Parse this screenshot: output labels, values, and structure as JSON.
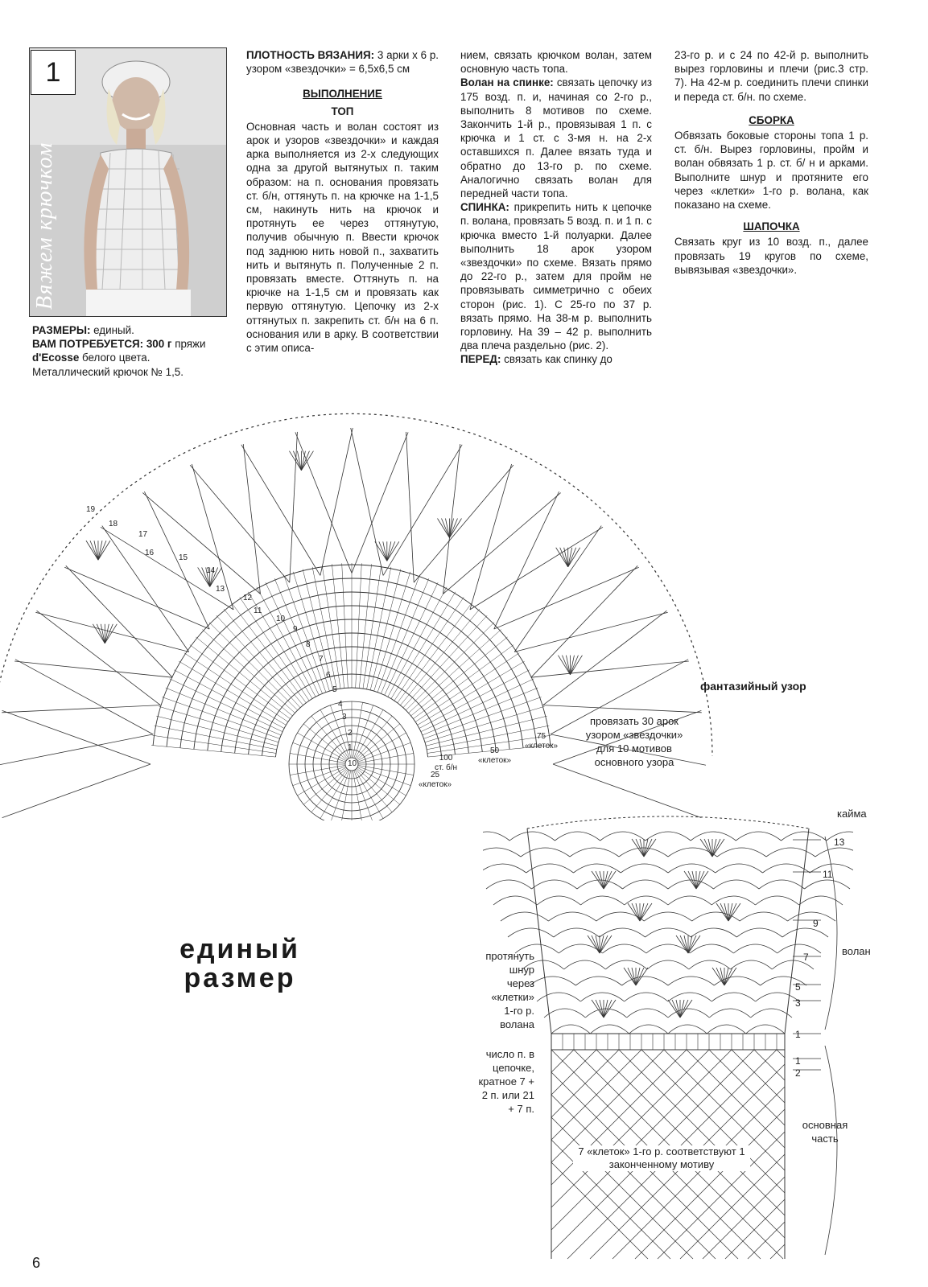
{
  "photo": {
    "number": "1",
    "caption": "Вяжем крючком"
  },
  "materials": {
    "sizes_label": "РАЗМЕРЫ:",
    "sizes_value": "единый.",
    "need_label": "ВАМ ПОТРЕБУЕТСЯ:",
    "need_value": "300 г",
    "need_rest": "пряжи",
    "yarn": "d'Ecosse",
    "yarn_rest": "белого цвета.",
    "hook": "Металлический крючок № 1,5."
  },
  "col1": {
    "density_label": "ПЛОТНОСТЬ ВЯЗАНИЯ:",
    "density_text": "3 арки х 6 р. узором «звездочки» = 6,5х6,5 см",
    "heading_exec": "ВЫПОЛНЕНИЕ",
    "heading_top": "ТОП",
    "body": "Основная часть и волан состоят из арок и узоров «звездочки» и каждая арка выполняется из 2-х следующих одна за другой вытянутых п. таким образом: на п. основания провязать ст. б/н, оттянуть п. на крючке на 1-1,5 см, накинуть нить на крючок и протянуть ее через оттянутую, получив обычную п. Ввести крючок под заднюю нить новой п., захватить нить и вытянуть п. Полученные 2 п. провязать вместе. Оттянуть п. на крючке на 1-1,5 см и провязать как первую оттянутую. Цепочку из 2-х оттянутых п. закрепить ст. б/н на 6 п. основания или в арку. В соответствии с этим описа-"
  },
  "col2": {
    "intro": "нием, связать крючком волан, затем основную часть топа.",
    "volan_label": "Волан на спинке:",
    "volan_text": "связать цепочку из 175 возд. п. и, начиная со 2-го р., выполнить 8 мотивов по схеме. Закончить 1-й р., провязывая 1 п. с крючка и 1 ст. с 3-мя н. на 2-х оставшихся п. Далее вязать туда и обратно до 13-го р. по схеме. Аналогично связать волан для передней части топа.",
    "back_label": "СПИНКА:",
    "back_text": "прикрепить нить к цепочке п. волана, провязать 5 возд. п. и 1 п. с крючка вместо 1-й полуарки. Далее выполнить 18 арок узором «звездочки» по схеме. Вязать прямо до 22-го р., затем для пройм не провязывать симметрично с обеих сторон (рис. 1). С 25-го по 37 р. вязать прямо. На 38-м р. выполнить горловину. На 39 – 42 р. выполнить два плеча раздельно (рис. 2).",
    "front_label": "ПЕРЕД:",
    "front_text": "связать как спинку до"
  },
  "col3": {
    "cont": "23-го р. и с 24 по 42-й р. выполнить вырез горловины и плечи (рис.3 стр. 7). На 42-м р. соединить плечи спинки и переда ст. б/н. по схеме.",
    "assembly_h": "СБОРКА",
    "assembly": "Обвязать боковые стороны топа 1 р. ст. б/н. Вырез горловины, пройм и волан обвязать 1 р. ст. б/ н и арками. Выполните шнур и протяните его через «клетки» 1-го р. волана, как показано на схеме.",
    "hat_h": "ШАПОЧКА",
    "hat": "Связать круг из 10 возд. п., далее провязать 19 кругов по схеме, вывязывая «звездочки»."
  },
  "fan": {
    "row_labels": [
      "19",
      "18",
      "17",
      "16",
      "15",
      "14",
      "13",
      "12",
      "11",
      "10",
      "9",
      "8",
      "7",
      "6",
      "5",
      "4",
      "3",
      "2",
      "1",
      "10"
    ],
    "note": "провязать 30 арок узором «звездочки» для 10 мотивов основного узора",
    "l25a": "25",
    "l25b": "«клеток»",
    "l100a": "100",
    "l100b": "ст. б/н",
    "l50a": "50",
    "l50b": "«клеток»",
    "l75a": "75",
    "l75b": "«клеток»",
    "title": "фантазийный узор"
  },
  "size_label": [
    "единый",
    "размер"
  ],
  "chart": {
    "kaima": "кайма",
    "volan": "волан",
    "main_part": "основная часть",
    "cord_note": "протянуть шнур через «клетки» 1-го р. волана",
    "chain_note": "число п. в цепочке, кратное 7 + 2 п. или 21 + 7 п.",
    "cells_note": "7 «клеток» 1-го р. соответствуют 1 законченному мотиву",
    "rows_right": [
      "13",
      "11",
      "9",
      "7",
      "5",
      "3",
      "1",
      "1",
      "2"
    ]
  },
  "page_number": "6"
}
